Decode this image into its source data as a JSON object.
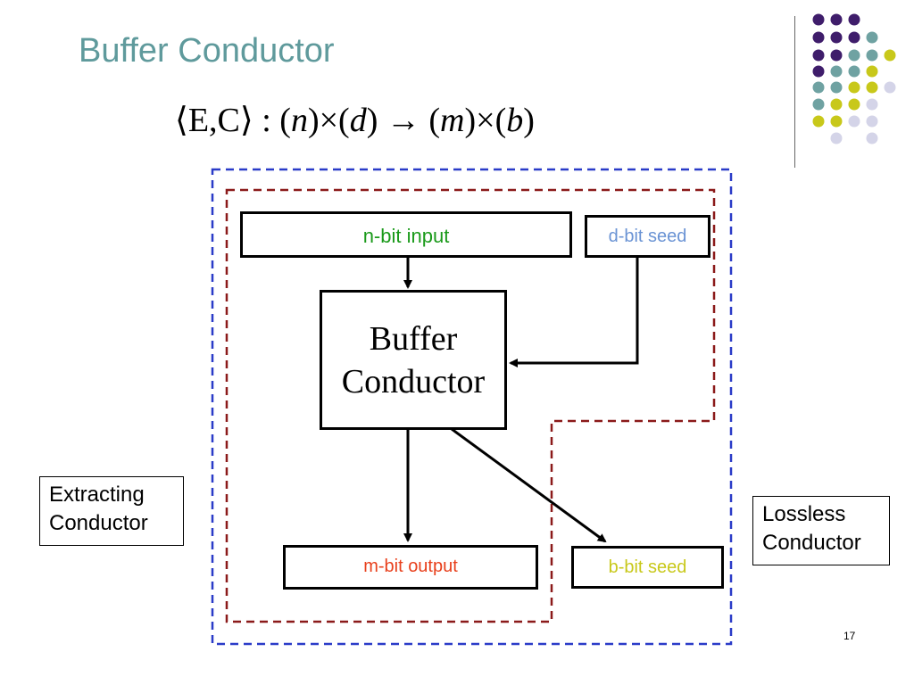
{
  "slide": {
    "title": "Buffer Conductor",
    "page_number": "17"
  },
  "formula": {
    "lhs_open": "⟨",
    "lhs_E": "E",
    "lhs_comma": ",",
    "lhs_C": "C",
    "lhs_close": "⟩",
    "colon": " : ",
    "n": "n",
    "d": "d",
    "m": "m",
    "b": "b",
    "times": "×",
    "arrow": "→"
  },
  "diagram": {
    "input": "n-bit input",
    "seed_in": "d-bit seed",
    "conductor_line1": "Buffer",
    "conductor_line2": "Conductor",
    "output": "m-bit output",
    "seed_out": "b-bit seed",
    "extracting_line1": "Extracting",
    "extracting_line2": "Conductor",
    "lossless_line1": "Lossless",
    "lossless_line2": "Conductor"
  },
  "colors": {
    "title": "#5f9a9c",
    "input_text": "#1a9a1a",
    "seed_in_text": "#6a93d4",
    "output_text": "#e8401c",
    "seed_out_text": "#c8c81a",
    "blue_dash": "#2a3bc8",
    "red_dash": "#8b1a1a",
    "dot_purple": "#3f1d6b",
    "dot_teal": "#6fa2a2",
    "dot_yellow": "#c8c81a",
    "dot_lavender": "#d4d4e8"
  }
}
